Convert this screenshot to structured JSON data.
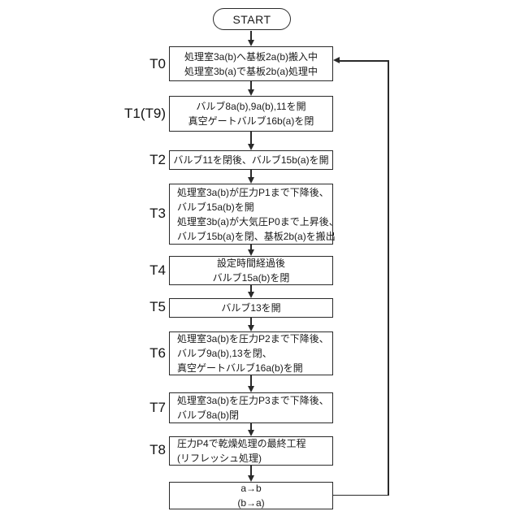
{
  "start": {
    "label": "START"
  },
  "steps": [
    {
      "label": "T0",
      "align": "center",
      "lines": [
        "処理室3a(b)へ基板2a(b)搬入中",
        "処理室3b(a)で基板2b(a)処理中"
      ]
    },
    {
      "label": "T1(T9)",
      "align": "center",
      "lines": [
        "バルブ8a(b),9a(b),11を開",
        "真空ゲートバルブ16b(a)を閉"
      ]
    },
    {
      "label": "T2",
      "align": "center",
      "lines": [
        "バルブ11を閉後、バルブ15b(a)を開"
      ]
    },
    {
      "label": "T3",
      "align": "left",
      "lines": [
        "処理室3a(b)が圧力P1まで下降後、",
        "バルブ15a(b)を開",
        "処理室3b(a)が大気圧P0まで上昇後、",
        "バルブ15b(a)を閉、基板2b(a)を搬出"
      ]
    },
    {
      "label": "T4",
      "align": "center",
      "lines": [
        "設定時間経過後",
        "バルブ15a(b)を閉"
      ]
    },
    {
      "label": "T5",
      "align": "center",
      "lines": [
        "バルブ13を開"
      ]
    },
    {
      "label": "T6",
      "align": "left",
      "lines": [
        "処理室3a(b)を圧力P2まで下降後、",
        "バルブ9a(b),13を閉、",
        "真空ゲートバルブ16a(b)を開"
      ]
    },
    {
      "label": "T7",
      "align": "left",
      "lines": [
        "処理室3a(b)を圧力P3まで下降後、",
        "バルブ8a(b)閉"
      ]
    },
    {
      "label": "T8",
      "align": "left",
      "lines": [
        "圧力P4で乾燥処理の最終工程",
        "(リフレッシュ処理)"
      ]
    },
    {
      "label": "",
      "align": "center",
      "lines": [
        "a→b",
        "(b→a)"
      ]
    }
  ],
  "colors": {
    "line": "#2a2a2a",
    "background": "#ffffff",
    "box_fill": "#ffffff"
  }
}
